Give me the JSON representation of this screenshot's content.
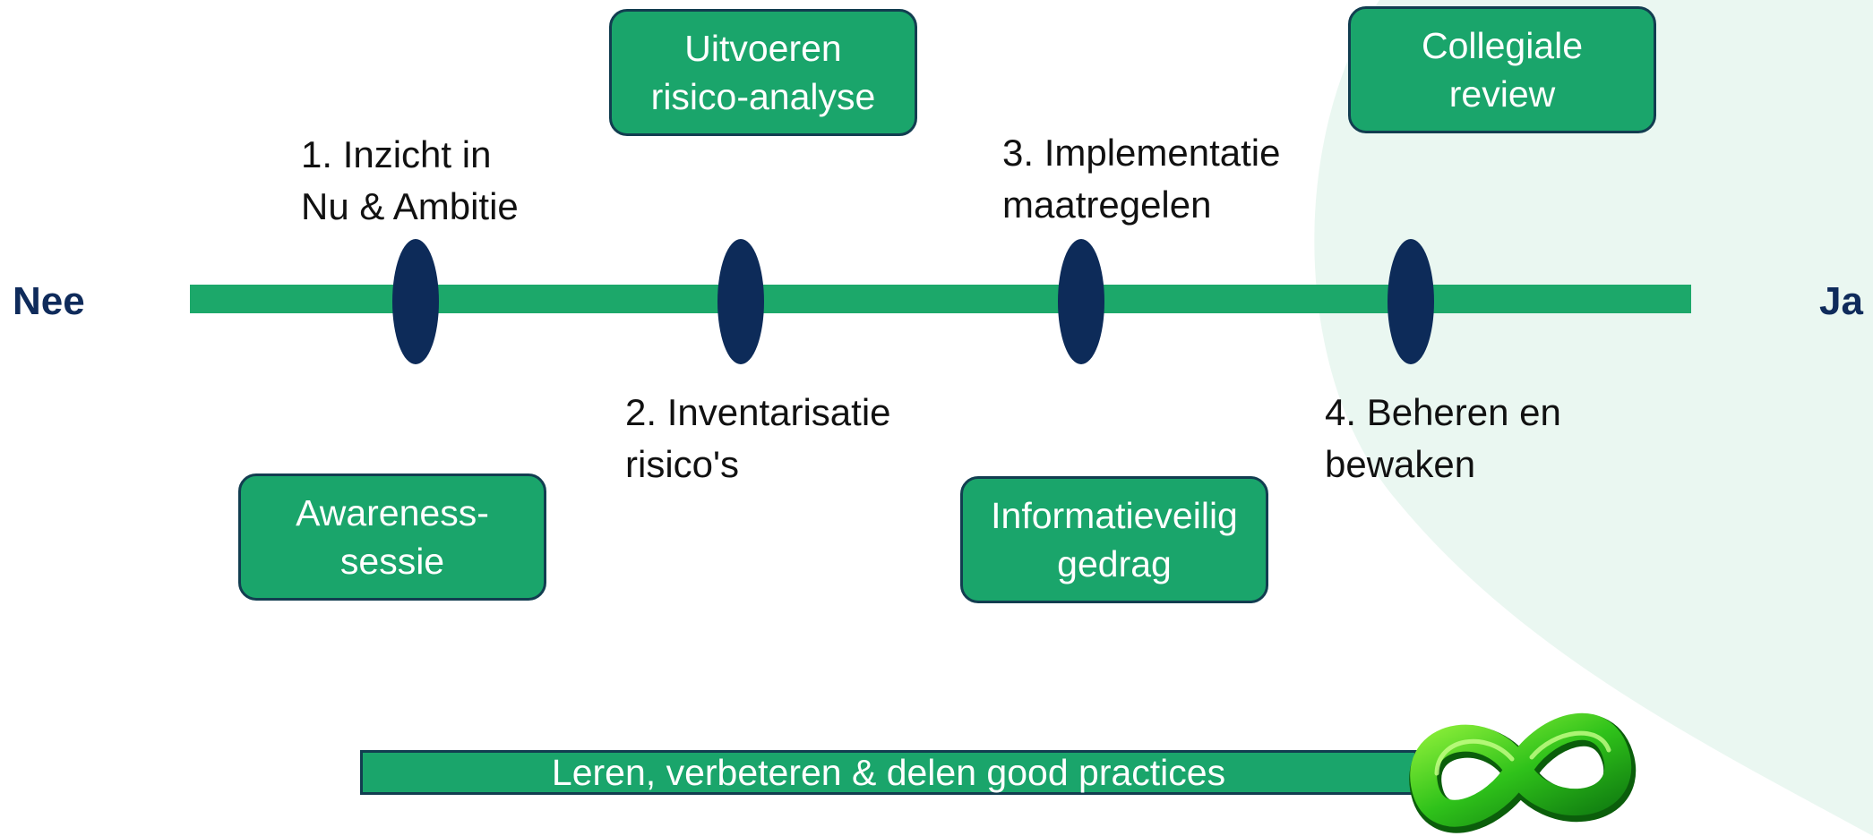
{
  "axis": {
    "left_label": "Nee",
    "right_label": "Ja"
  },
  "steps": [
    {
      "line1": "1. Inzicht in",
      "line2": "Nu & Ambitie"
    },
    {
      "line1": "2. Inventarisatie",
      "line2": "risico's"
    },
    {
      "line1": "3. Implementatie",
      "line2": "maatregelen"
    },
    {
      "line1": "4. Beheren en",
      "line2": "bewaken"
    }
  ],
  "activities": [
    {
      "line1": "Awareness-",
      "line2": "sessie"
    },
    {
      "line1": "Uitvoeren",
      "line2": "risico-analyse"
    },
    {
      "line1": "Informatieveilig",
      "line2": "gedrag"
    },
    {
      "line1": "Collegiale",
      "line2": "review"
    }
  ],
  "footer": {
    "label": "Leren, verbeteren & delen good practices",
    "icon": "infinity-icon"
  },
  "colors": {
    "accent_green": "#1ca86a",
    "milestone_navy": "#0d2b59",
    "background_tint": "#eaf7f1"
  }
}
